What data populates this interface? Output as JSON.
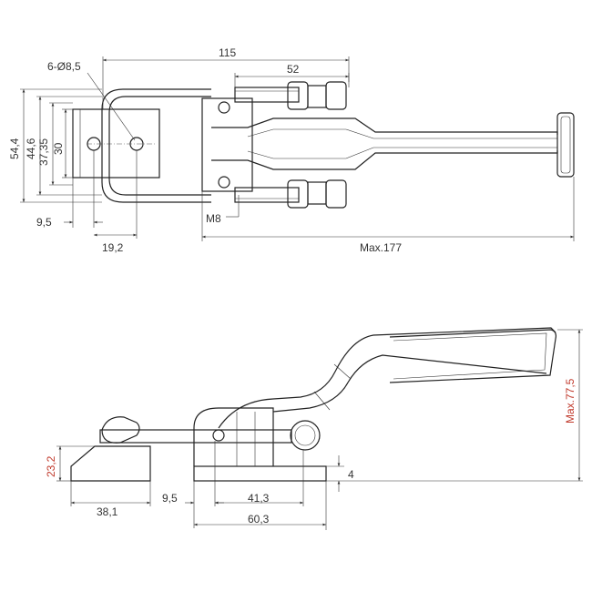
{
  "colors": {
    "line": "#222222",
    "dimension_text": "#333333",
    "accent_text": "#c0392b",
    "background": "#ffffff"
  },
  "top_view": {
    "dims": {
      "overall_length": "115",
      "bolt_span": "52",
      "hole_callout": "6-Ø8,5",
      "height_outer": "54,4",
      "height_mid": "44,6",
      "height_inner": "37,35",
      "height_slot": "30",
      "offset_left": "9,5",
      "offset_hole": "19,2",
      "thread": "M8",
      "max_length": "Max.177"
    }
  },
  "side_view": {
    "dims": {
      "height_base": "23,2",
      "gap": "4",
      "max_height": "Max.77,5",
      "plate_width": "38,1",
      "offset": "9,5",
      "hole_spacing": "41,3",
      "base_length": "60,3"
    }
  }
}
